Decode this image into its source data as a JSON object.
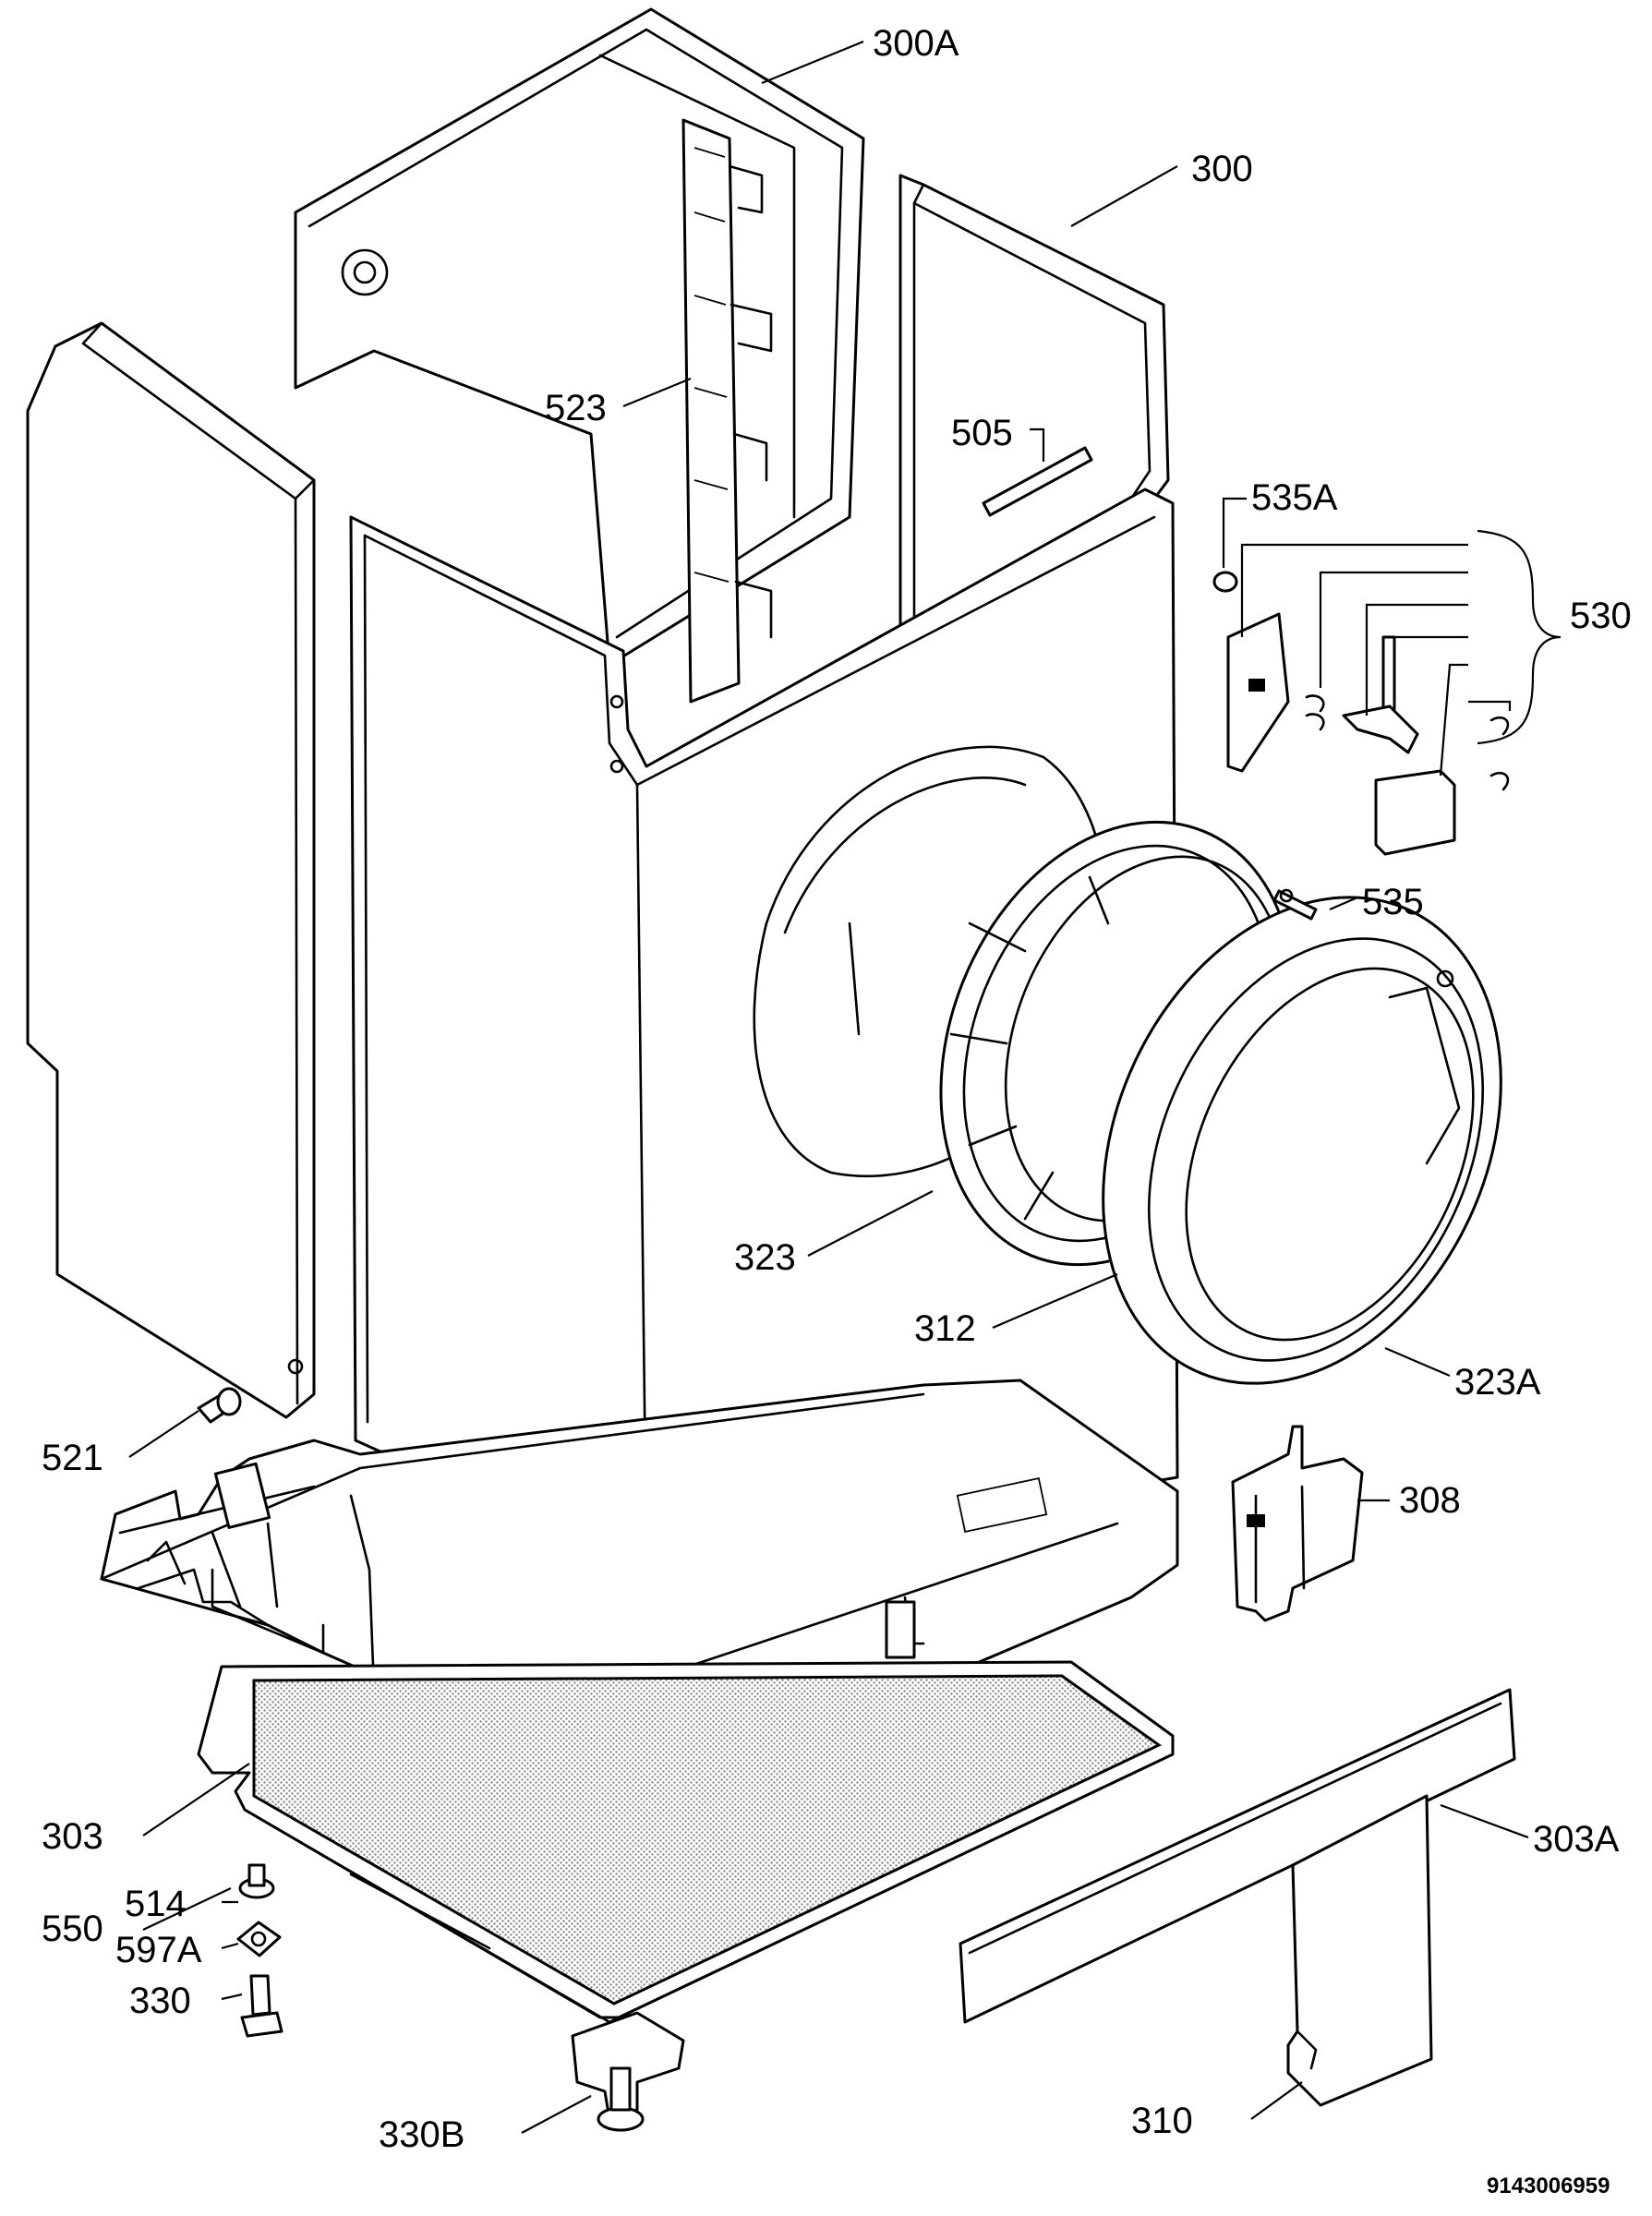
{
  "labels": {
    "l300A": "300A",
    "l300": "300",
    "l523": "523",
    "l505": "505",
    "l535A": "535A",
    "l530": "530",
    "l535": "535",
    "l323": "323",
    "l312": "312",
    "l323A": "323A",
    "l521": "521",
    "l308": "308",
    "l303": "303",
    "l303A": "303A",
    "l550": "550",
    "l514": "514",
    "l597A": "597A",
    "l330": "330",
    "l330B": "330B",
    "l310": "310"
  },
  "reference_number": "9143006959",
  "colors": {
    "line": "#000000",
    "background": "#ffffff",
    "mesh": "#b8b8b8"
  }
}
